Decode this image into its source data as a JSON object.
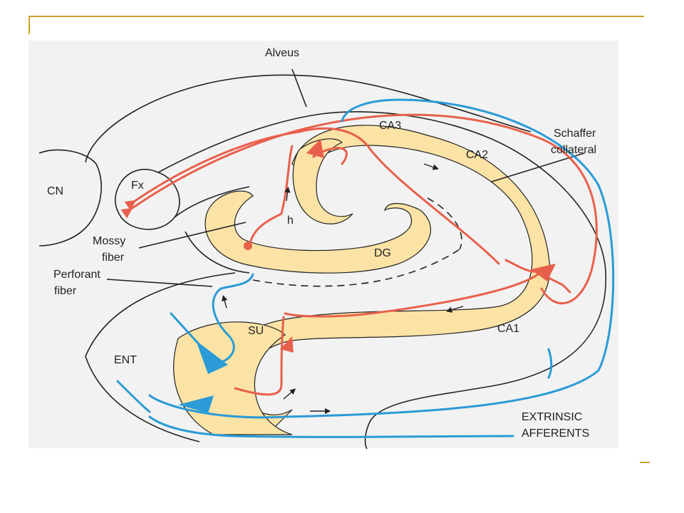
{
  "labels": {
    "alveus": "Alveus",
    "ca3": "CA3",
    "ca2": "CA2",
    "ca1": "CA1",
    "schaffer_1": "Schaffer",
    "schaffer_2": "collateral",
    "cn": "CN",
    "fx": "Fx",
    "h": "h",
    "dg": "DG",
    "mossy_1": "Mossy",
    "mossy_2": "fiber",
    "perforant_1": "Perforant",
    "perforant_2": "fiber",
    "su": "SU",
    "ent": "ENT",
    "extrinsic_1": "EXTRINSIC",
    "extrinsic_2": "AFFERENTS"
  },
  "colors": {
    "frame": "#c9a227",
    "pyramidal_layer": "#fbe3a6",
    "intrinsic_pathway": "#e8604c",
    "extrinsic_pathway": "#2a9bd6",
    "outline": "#222222"
  }
}
